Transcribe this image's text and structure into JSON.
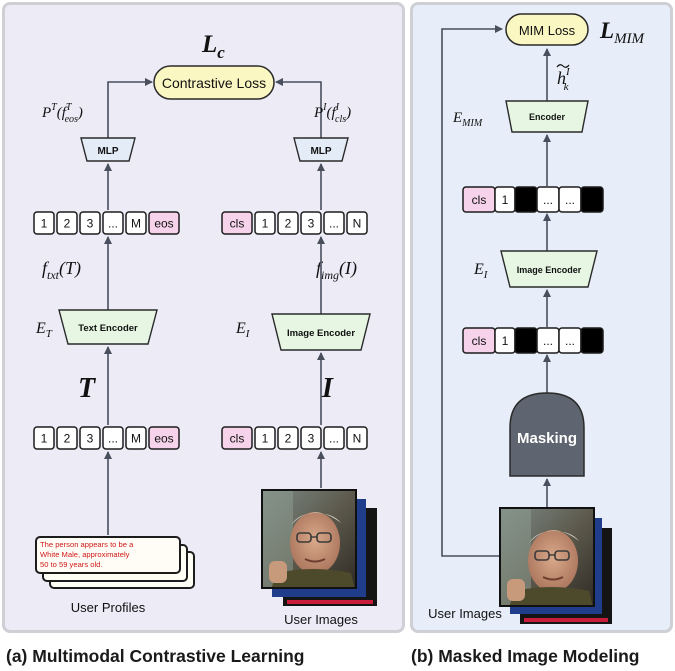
{
  "captions": {
    "a": "(a) Multimodal Contrastive Learning",
    "b": "(b) Masked Image Modeling"
  },
  "math": {
    "loss_c": "L",
    "loss_c_sub": "c",
    "loss_mim": "L",
    "loss_mim_sub": "MIM",
    "p_text": "P",
    "p_text_sup": "T",
    "p_text_f": "(f",
    "p_text_f_sup": "T",
    "p_text_f_sub": "eos",
    "p_text_close": ")",
    "p_img": "P",
    "p_img_sup": "I",
    "p_img_f": "(f",
    "p_img_f_sup": "I",
    "p_img_f_sub": "cls",
    "p_img_close": ")",
    "f_txt": "f",
    "f_txt_sub": "txt",
    "f_txt_arg": "(T)",
    "f_img": "f",
    "f_img_sub": "img",
    "f_img_arg": "(I)",
    "e_t": "E",
    "e_t_sub": "T",
    "e_i": "E",
    "e_i_sub": "I",
    "e_i_b": "E",
    "e_i_b_sub": "I",
    "e_mim": "E",
    "e_mim_sub": "MIM",
    "t_big": "T",
    "i_big": "I",
    "h_tilde": "h",
    "h_sup": "I",
    "h_sub": "k"
  },
  "boxes": {
    "contrastive_loss": "Contrastive Loss",
    "mim_loss": "MIM Loss",
    "mlp_text": "MLP",
    "mlp_image": "MLP",
    "text_encoder": "Text Encoder",
    "image_encoder_a": "Image Encoder",
    "image_encoder_b": "Image Encoder",
    "encoder_mim": "Encoder",
    "masking": "Masking"
  },
  "tokens": {
    "text": [
      "1",
      "2",
      "3",
      "...",
      "M",
      "eos"
    ],
    "image": [
      "cls",
      "1",
      "2",
      "3",
      "...",
      "N"
    ],
    "masked": [
      "cls",
      "1",
      "",
      "...",
      "...",
      ""
    ]
  },
  "labels": {
    "user_profiles": "User Profiles",
    "user_images_a": "User Images",
    "user_images_b": "User Images"
  },
  "profile_text": [
    "The person appears to be a",
    "White Male, approximately",
    "50 to 59 years old."
  ],
  "colors": {
    "panel_a": "#ecebf6",
    "panel_b": "#e7eef9",
    "loss_fill": "#fbf7c2",
    "encoder_fill": "#e6f6e2",
    "mlp_fill": "#e4ecf8",
    "special_token": "#f6d3ea",
    "masked_token": "#000000",
    "masking_fill": "#5f6570",
    "profile_text": "#d01818"
  }
}
